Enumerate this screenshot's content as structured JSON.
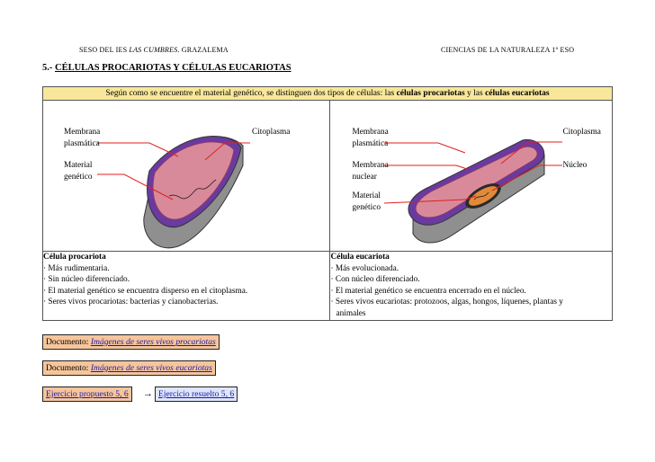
{
  "header": {
    "left_prefix": "SESO DEL IES ",
    "left_italic": "LAS CUMBRES",
    "left_suffix": ". GRAZALEMA",
    "right": "CIENCIAS DE LA NATURALEZA 1º ESO"
  },
  "section": {
    "number": "5.- ",
    "title": "CÉLULAS PROCARIOTAS Y CÉLULAS EUCARIOTAS"
  },
  "intro": {
    "text_start": "Según como se encuentre el material genético, se distinguen dos tipos de células: las ",
    "bold1": "células procariotas",
    "middle": " y las ",
    "bold2": "células eucariotas"
  },
  "procariota_labels": {
    "membrana_1": "Membrana",
    "membrana_2": "plasmática",
    "material_1": "Material",
    "material_2": "genético",
    "citoplasma": "Citoplasma"
  },
  "eucariota_labels": {
    "membrana_1": "Membrana",
    "membrana_2": "plasmática",
    "nuclear_1": "Membrana",
    "nuclear_2": "nuclear",
    "material_1": "Material",
    "material_2": "genético",
    "citoplasma": "Citoplasma",
    "nucleo": "Núcleo"
  },
  "procariota": {
    "title": "Célula procariota",
    "items": [
      "· Más rudimentaria.",
      "· Sin núcleo diferenciado.",
      "· El material genético se encuentra disperso en el citoplasma.",
      "· Seres vivos procariotas: bacterias y cianobacterias."
    ]
  },
  "eucariota": {
    "title": "Célula eucariota",
    "items": [
      "· Más evolucionada.",
      "· Con núcleo diferenciado.",
      "· El material genético se encuentra encerrado en el núcleo.",
      "· Seres vivos eucariotas: protozoos, algas, hongos, líquenes, plantas y",
      "  animales"
    ]
  },
  "links": {
    "doc_label": "Documento: ",
    "doc1": "Imágenes de seres vivos procariotas",
    "doc2": "Imágenes de seres vivos eucariotas",
    "ej_propuesto": "Ejercicio propuesto 5, 6",
    "arrow": "→",
    "ej_resuelto": "Ejercicio resuelto 5, 6"
  },
  "colors": {
    "intro_bg": "#f8e79a",
    "orange_box": "#f6c59b",
    "blue_box": "#dfe6fb",
    "pointer_red": "#e02020"
  }
}
